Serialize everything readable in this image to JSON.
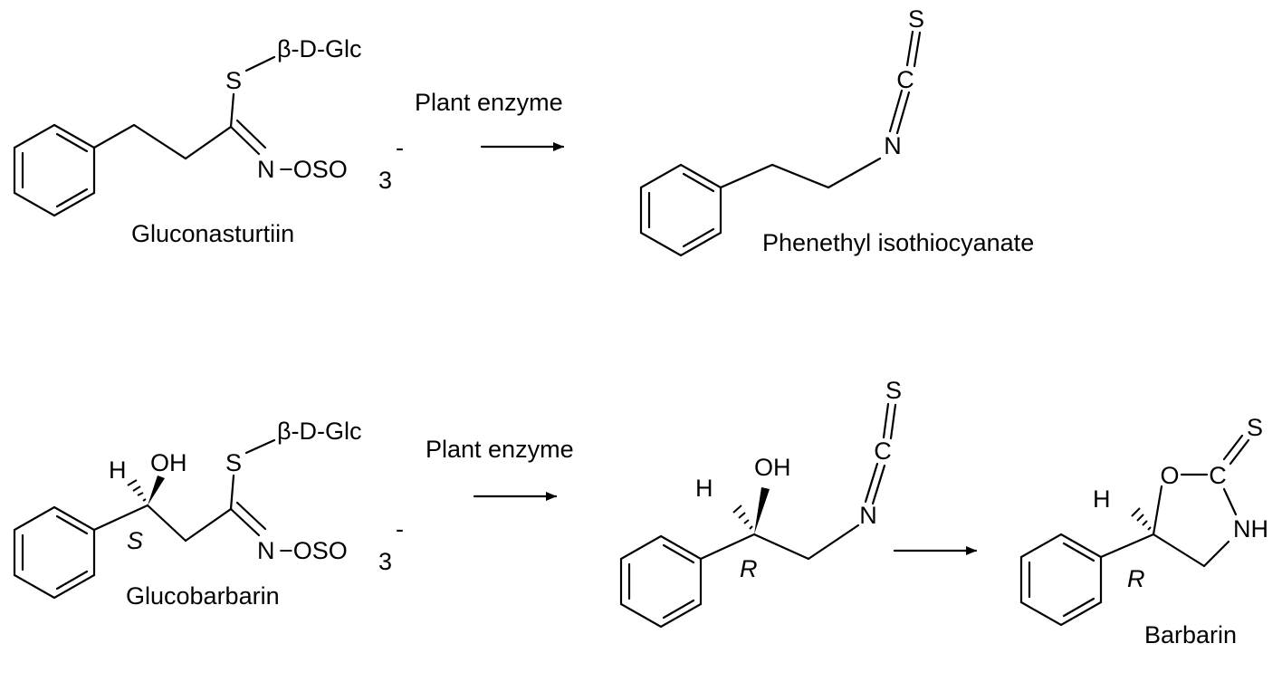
{
  "reaction1": {
    "reactant": {
      "name": "Gluconasturtiin",
      "sulfur": "S",
      "sugar": "β-D-Glc",
      "nitrogen": "N",
      "sulfate": "−OSO",
      "sulfate_sub": "3",
      "charge": "-"
    },
    "arrow_label": "Plant enzyme",
    "product": {
      "name": "Phenethyl isothiocyanate",
      "s": "S",
      "c": "C",
      "n": "N"
    }
  },
  "reaction2": {
    "reactant": {
      "name": "Glucobarbarin",
      "h": "H",
      "oh": "OH",
      "stereo": "S",
      "sulfur": "S",
      "sugar": "β-D-Glc",
      "nitrogen": "N",
      "sulfate": "−OSO",
      "sulfate_sub": "3",
      "charge": "-"
    },
    "arrow_label": "Plant enzyme",
    "intermediate": {
      "h": "H",
      "oh": "OH",
      "stereo": "R",
      "s": "S",
      "c": "C",
      "n": "N"
    },
    "product": {
      "name": "Barbarin",
      "h": "H",
      "o": "O",
      "c": "C",
      "s": "S",
      "nh": "NH",
      "stereo": "R"
    }
  }
}
